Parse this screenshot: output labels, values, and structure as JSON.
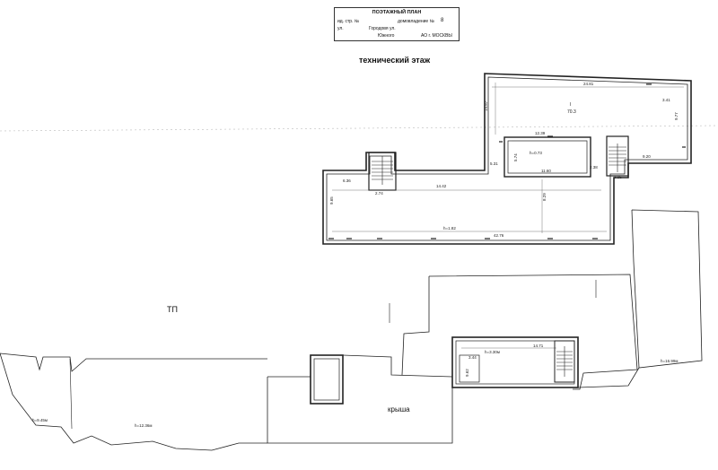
{
  "stamp": {
    "heading": "ПОЭТАЖНЫЙ ПЛАН",
    "row1_left": "ид. стр. №",
    "row1_right": "домовладение №",
    "row1_number": "8",
    "row2_left": "ул.",
    "row2_street": "Городовя ул.",
    "row3_district": "Южного",
    "row3_right": "АО г. МОСКВЫ"
  },
  "title": "технический этаж",
  "zones": {
    "tp": "ТП",
    "roof": "крыша"
  },
  "dimensions": {
    "top_width": "24.81",
    "top_left_h": "14.87",
    "top_right_a": "3.41",
    "top_right_b": "9.77",
    "room_area": "70.3",
    "inner_top": "12.39",
    "inner_h": "5.74",
    "inner_mark": "h=0.73",
    "inner_w": "11.60",
    "inner_side": "2.38",
    "left_w": "14.42",
    "left_a": "6.36",
    "left_b": "9.65",
    "left_c": "2.74",
    "mid_a": "5.31",
    "mid_b": "8.29",
    "right_a": "9.20",
    "right_b": "3.15",
    "bottom_w": "42.76",
    "bottom_h": "h=1.82",
    "lower_w": "14.71",
    "lower_h": "h=3.30м",
    "lower_a": "9.62",
    "lower_b": "3.44",
    "right_height": "h=16.99м",
    "left_height_a": "h=9.45м",
    "left_height_b": "h=12.36м",
    "room_no": "I"
  }
}
